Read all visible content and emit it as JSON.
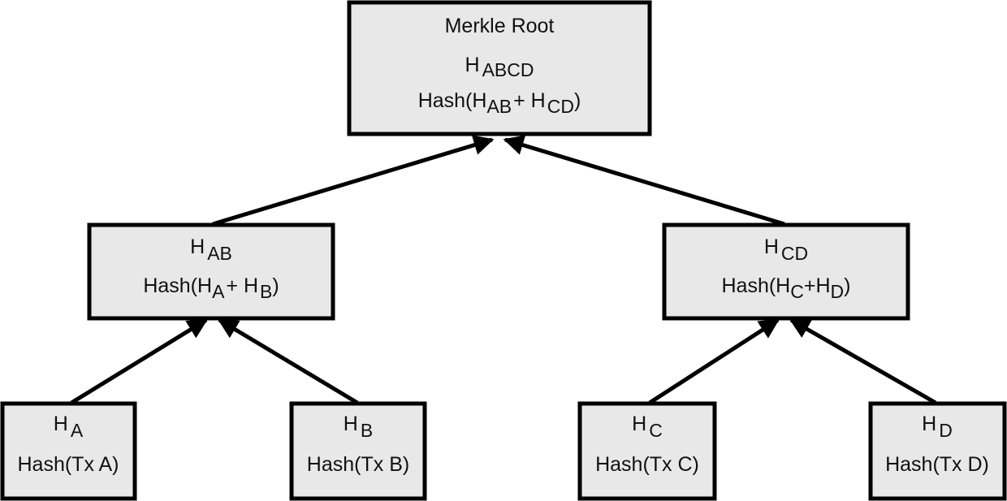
{
  "diagram": {
    "root": {
      "title": "Merkle Root",
      "hash_base": "H",
      "hash_sub": "ABCD",
      "formula_pre": "Hash(H",
      "formula_sub1": "AB",
      "formula_mid": "+ H",
      "formula_sub2": "CD",
      "formula_post": ")"
    },
    "left": {
      "hash_base": "H",
      "hash_sub": "AB",
      "formula_pre": "Hash(H",
      "formula_sub1": "A",
      "formula_mid": "+ H",
      "formula_sub2": "B",
      "formula_post": ")"
    },
    "right": {
      "hash_base": "H",
      "hash_sub": "CD",
      "formula_pre": "Hash(H",
      "formula_sub1": "C",
      "formula_mid": "+H",
      "formula_sub2": "D",
      "formula_post": ")"
    },
    "leaves": [
      {
        "hash_base": "H",
        "hash_sub": "A",
        "formula": "Hash(Tx A)"
      },
      {
        "hash_base": "H",
        "hash_sub": "B",
        "formula": "Hash(Tx B)"
      },
      {
        "hash_base": "H",
        "hash_sub": "C",
        "formula": "Hash(Tx C)"
      },
      {
        "hash_base": "H",
        "hash_sub": "D",
        "formula": "Hash(Tx D)"
      }
    ]
  }
}
